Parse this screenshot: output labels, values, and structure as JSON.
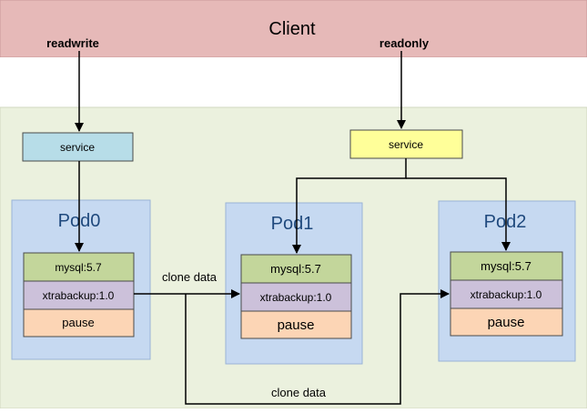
{
  "client": {
    "title": "Client",
    "readwrite_label": "readwrite",
    "readonly_label": "readonly"
  },
  "services": {
    "rw_label": "service",
    "ro_label": "service"
  },
  "pods": [
    {
      "name": "Pod0",
      "mysql": "mysql:5.7",
      "xtrabackup": "xtrabackup:1.0",
      "pause": "pause"
    },
    {
      "name": "Pod1",
      "mysql": "mysql:5.7",
      "xtrabackup": "xtrabackup:1.0",
      "pause": "pause"
    },
    {
      "name": "Pod2",
      "mysql": "mysql:5.7",
      "xtrabackup": "xtrabackup:1.0",
      "pause": "pause"
    }
  ],
  "flows": {
    "clone_top": "clone data",
    "clone_bottom": "clone data"
  },
  "colors": {
    "client_band": "#e6b9b8",
    "cluster_bg": "#ebf1de",
    "pod_bg": "#c6d9f1",
    "service_rw": "#b7dde8",
    "service_ro": "#ffff99",
    "mysql": "#c3d69b",
    "xtrabackup": "#ccc1da",
    "pause": "#fcd5b5",
    "title_blue": "#1f497d"
  }
}
